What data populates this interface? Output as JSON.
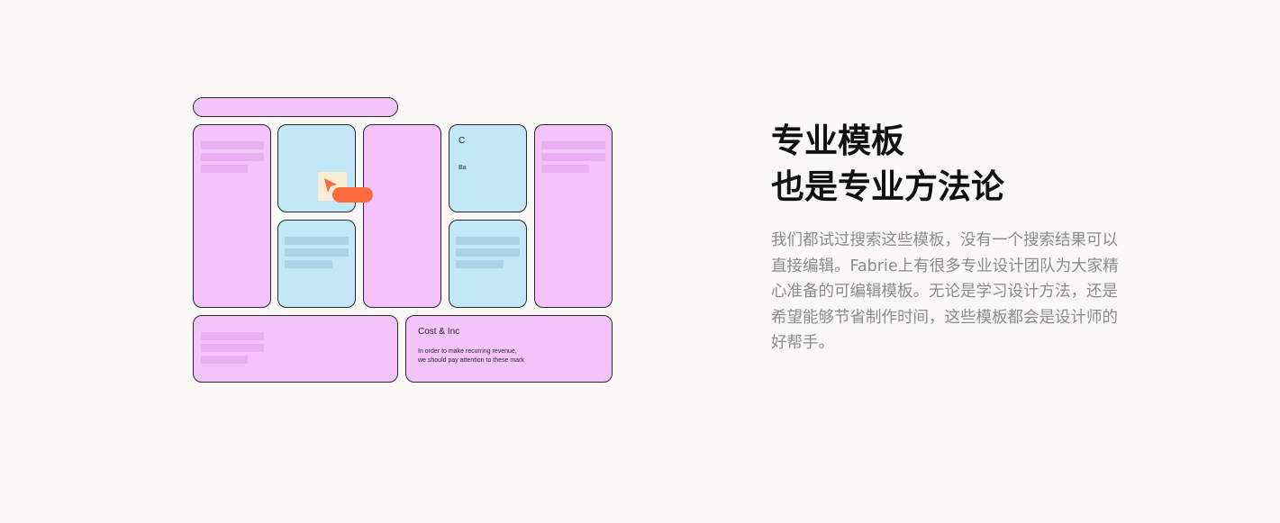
{
  "heading": {
    "line1": "专业模板",
    "line2": "也是专业方法论"
  },
  "description": "我们都试过搜索这些模板，没有一个搜索结果可以直接编辑。Fabrie上有很多专业设计团队为大家精心准备的可编辑模板。无论是学习设计方法，还是希望能够节省制作时间，这些模板都会是设计师的好帮手。",
  "template_preview": {
    "card_letter": "C",
    "card_sub": "Ba",
    "cost_card": {
      "title": "Cost & Inc",
      "line1": "In order to make recurring revenue,",
      "line2": "we should pay attention to these mark"
    }
  },
  "colors": {
    "pink": "#f4c3fb",
    "blue": "#c2e8f7",
    "accent": "#fb6a3c",
    "heading": "#111111",
    "body": "#8b8b8b"
  },
  "icons": {
    "cursor": "cursor-arrow-icon"
  }
}
